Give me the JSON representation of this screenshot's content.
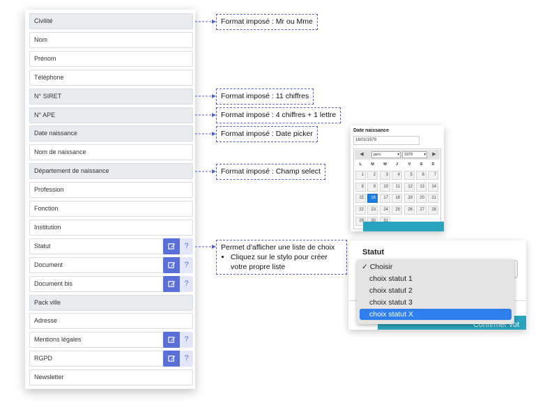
{
  "form": {
    "fields": [
      {
        "label": "Civilité",
        "gray": true
      },
      {
        "label": "Nom",
        "gray": false
      },
      {
        "label": "Prénom",
        "gray": false
      },
      {
        "label": "Téléphone",
        "gray": false
      },
      {
        "label": "N° SIRET",
        "gray": true
      },
      {
        "label": "N° APE",
        "gray": true
      },
      {
        "label": "Date naissance",
        "gray": true
      },
      {
        "label": "Nom de naissance",
        "gray": false
      },
      {
        "label": "Département de naissance",
        "gray": true
      },
      {
        "label": "Profession",
        "gray": false
      },
      {
        "label": "Fonction",
        "gray": false
      },
      {
        "label": "Institution",
        "gray": false
      },
      {
        "label": "Statut",
        "gray": false,
        "buttons": true
      },
      {
        "label": "Document",
        "gray": false,
        "buttons": true
      },
      {
        "label": "Document bis",
        "gray": false,
        "buttons": true
      },
      {
        "label": "Pack ville",
        "gray": true
      },
      {
        "label": "Adresse",
        "gray": false
      },
      {
        "label": "Mentions légales",
        "gray": false,
        "buttons": true
      },
      {
        "label": "RGPD",
        "gray": false,
        "buttons": true
      },
      {
        "label": "Newsletter",
        "gray": false
      }
    ],
    "edit_icon": "pencil-square-icon",
    "help_label": "?"
  },
  "notes": {
    "civilite": "Format imposé : Mr ou Mme",
    "siret": "Format imposé : 11 chiffres",
    "ape": "Format imposé : 4 chiffres + 1 lettre",
    "date": "Format imposé : Date picker",
    "departement": "Format imposé : Champ select",
    "statut_title": "Permet d’afficher une liste de choix",
    "statut_bullet": "Cliquez sur le stylo pour créer votre propre liste"
  },
  "datepicker": {
    "label": "Date naissance",
    "value": "16/01/1979",
    "month": "janv.",
    "year": "1979",
    "weekdays": [
      "L",
      "M",
      "M",
      "J",
      "V",
      "S",
      "D"
    ],
    "weeks": [
      [
        "1",
        "2",
        "3",
        "4",
        "5",
        "6",
        "7"
      ],
      [
        "8",
        "9",
        "10",
        "11",
        "12",
        "13",
        "14"
      ],
      [
        "15",
        "16",
        "17",
        "18",
        "19",
        "20",
        "21"
      ],
      [
        "22",
        "23",
        "24",
        "25",
        "26",
        "27",
        "28"
      ],
      [
        "29",
        "30",
        "31",
        "",
        "",
        "",
        ""
      ]
    ],
    "selected_day": "16",
    "accent": "#1a7de0"
  },
  "statut_dropdown": {
    "label": "Statut",
    "options": [
      "✓ Choisir",
      "choix statut 1",
      "choix statut 2",
      "choix statut 3",
      "choix statut X"
    ],
    "highlighted_index": 4,
    "confirm_label": "Confirmer vot"
  },
  "colors": {
    "primary_button": "#5a6fd8",
    "note_border": "#5560c7",
    "select_highlight": "#2f7ff0"
  }
}
